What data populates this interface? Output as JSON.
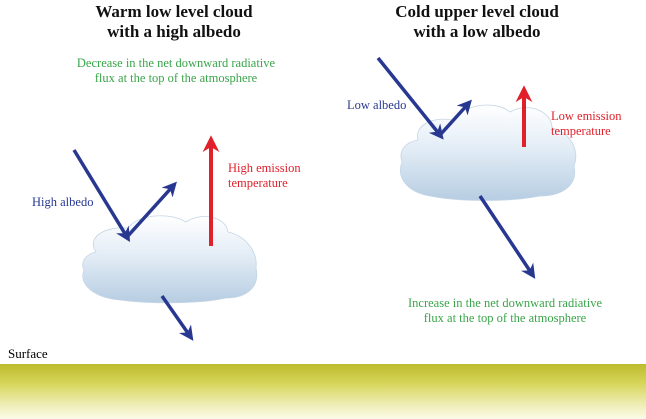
{
  "panels": {
    "left": {
      "title_line1": "Warm low level cloud",
      "title_line2": "with a high albedo",
      "flux_note_line1": "Decrease in the net downward radiative",
      "flux_note_line2": "flux at the top of the atmosphere",
      "albedo_label": "High albedo",
      "emission_line1": "High emission",
      "emission_line2": "temperature"
    },
    "right": {
      "title_line1": "Cold upper level cloud",
      "title_line2": "with a low albedo",
      "flux_note_line1": "Increase in the net downward radiative",
      "flux_note_line2": "flux at the top of the atmosphere",
      "albedo_label": "Low albedo",
      "emission_line1": "Low emission",
      "emission_line2": "temperature"
    }
  },
  "surface": {
    "label": "Surface"
  },
  "colors": {
    "shortwave_arrow": "#283891",
    "longwave_arrow": "#e0212b",
    "note_text": "#3aa54a",
    "label_blue": "#283891",
    "label_red": "#e0212b",
    "surface_band": "#c9c83a",
    "cloud_fill": "#c9dcec"
  }
}
